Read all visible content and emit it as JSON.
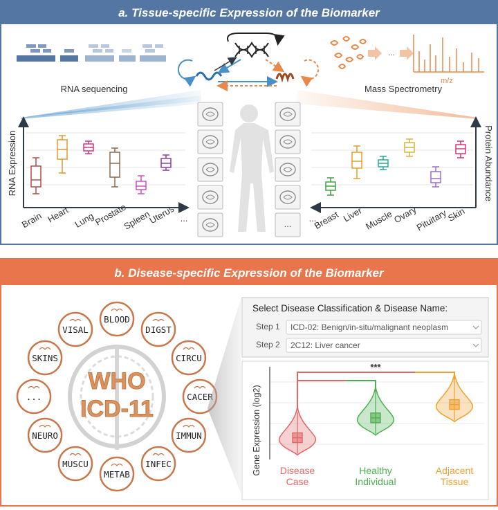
{
  "colors": {
    "panel_a": "#5476a2",
    "panel_b": "#e8754c",
    "rna": "#4a90c8",
    "ms": "#e8884a",
    "disease": "#e06767",
    "healthy": "#4caf50",
    "adjacent": "#f0a030",
    "icd_ring": "#c9774a"
  },
  "panel_a": {
    "title": "a. Tissue-specific Expression of the Biomarker",
    "rna_label": "RNA sequencing",
    "ms_label": "Mass Spectrometry",
    "ms_axis": "m/z",
    "ellipsis": "...",
    "rna_chart": {
      "ylabel": "RNA Expression",
      "ellipsis": "...",
      "tissues": [
        {
          "name": "Brain",
          "color": "#b04a4a",
          "q": [
            0.1,
            0.2,
            0.3,
            0.5,
            0.62
          ]
        },
        {
          "name": "Heart",
          "color": "#e0982e",
          "q": [
            0.4,
            0.6,
            0.74,
            0.88,
            0.94
          ]
        },
        {
          "name": "Lung",
          "color": "#d6337a",
          "q": [
            0.68,
            0.72,
            0.77,
            0.82,
            0.86
          ]
        },
        {
          "name": "Prostate",
          "color": "#8c6a4e",
          "q": [
            0.2,
            0.34,
            0.54,
            0.7,
            0.76
          ]
        },
        {
          "name": "Spleen",
          "color": "#d34ec0",
          "q": [
            0.1,
            0.16,
            0.21,
            0.28,
            0.36
          ]
        },
        {
          "name": "Uterus",
          "color": "#8a3fa8",
          "q": [
            0.44,
            0.48,
            0.54,
            0.61,
            0.66
          ]
        }
      ]
    },
    "protein_chart": {
      "ylabel": "Protein Abundance",
      "ellipsis": "...",
      "tissues": [
        {
          "name": "Breast",
          "color": "#43a047",
          "q": [
            0.08,
            0.15,
            0.21,
            0.27,
            0.33
          ]
        },
        {
          "name": "Liver",
          "color": "#e6a028",
          "q": [
            0.32,
            0.47,
            0.57,
            0.7,
            0.79
          ]
        },
        {
          "name": "Muscle",
          "color": "#2ba89a",
          "q": [
            0.45,
            0.49,
            0.54,
            0.59,
            0.64
          ]
        },
        {
          "name": "Ovary",
          "color": "#d6b33a",
          "q": [
            0.64,
            0.7,
            0.77,
            0.84,
            0.89
          ]
        },
        {
          "name": "Pituitary",
          "color": "#9a6ad4",
          "q": [
            0.2,
            0.26,
            0.32,
            0.42,
            0.49
          ]
        },
        {
          "name": "Skin",
          "color": "#d6337a",
          "q": [
            0.62,
            0.68,
            0.75,
            0.81,
            0.86
          ]
        }
      ]
    },
    "organ_icons_left": [
      "brain-icon",
      "liver-icon",
      "intestine-icon",
      "prostate-icon",
      "muscle-icon"
    ],
    "organ_icons_right": [
      "lung-icon",
      "stomach-icon",
      "pancreas-icon",
      "uterus-icon"
    ],
    "organ_more": "..."
  },
  "panel_b": {
    "title": "b. Disease-specific Expression of the Biomarker",
    "who_line1": "WHO",
    "who_line2": "ICD-11",
    "categories": [
      "BLOOD",
      "DIGST",
      "CIRCU",
      "CACER",
      "IMMUN",
      "INFEC",
      "METAB",
      "MUSCU",
      "NEURO",
      "...",
      "SKINS",
      "VISAL"
    ],
    "select_title": "Select Disease Classification & Disease Name:",
    "step1_label": "Step 1",
    "step1_value": "ICD-02: Benign/in-situ/malignant neoplasm",
    "step2_label": "Step 2",
    "step2_value": "2C12: Liver cancer",
    "significance": "***",
    "violin_chart": {
      "type": "violin",
      "ylabel": "Gene Expression (log2)",
      "groups": [
        {
          "line1": "Disease",
          "line2": "Case",
          "color": "#e06767",
          "level": 0.22
        },
        {
          "line1": "Healthy",
          "line2": "Individual",
          "color": "#4caf50",
          "level": 0.46
        },
        {
          "line1": "Adjacent",
          "line2": "Tissue",
          "color": "#f0a030",
          "level": 0.62
        }
      ]
    }
  }
}
